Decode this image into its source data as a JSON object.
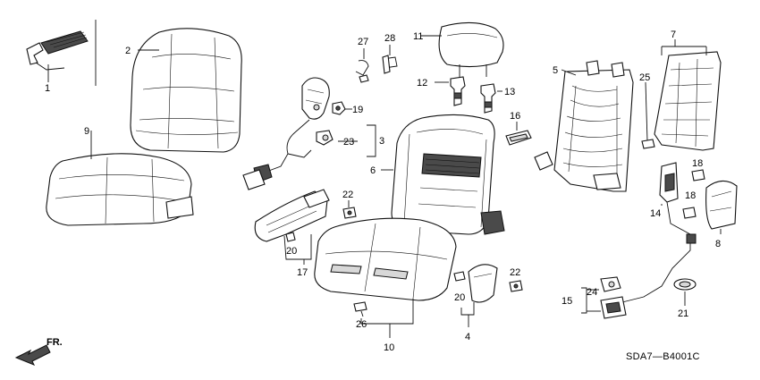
{
  "diagram": {
    "part_labels": {
      "p1": "1",
      "p2": "2",
      "p3": "3",
      "p4": "4",
      "p5": "5",
      "p6": "6",
      "p7": "7",
      "p8": "8",
      "p9": "9",
      "p10": "10",
      "p11": "11",
      "p12": "12",
      "p13": "13",
      "p14": "14",
      "p15": "15",
      "p16": "16",
      "p17": "17",
      "p18a": "18",
      "p18b": "18",
      "p19": "19",
      "p20a": "20",
      "p20b": "20",
      "p21": "21",
      "p22a": "22",
      "p22b": "22",
      "p23": "23",
      "p24": "24",
      "p25": "25",
      "p26": "26",
      "p27": "27",
      "p28": "28"
    },
    "direction_label": "FR.",
    "diagram_code": "SDA7—B4001C"
  }
}
